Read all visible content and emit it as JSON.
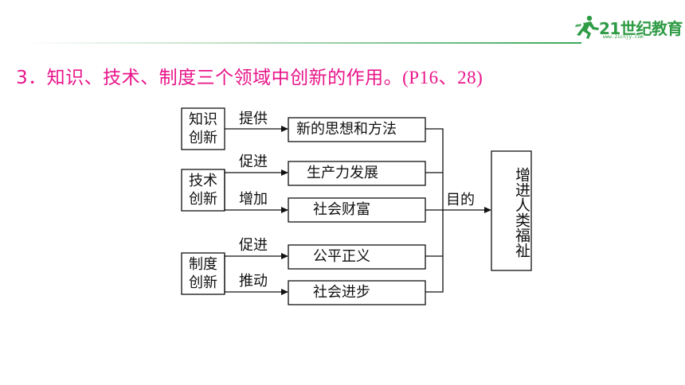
{
  "brand": {
    "name": "21世纪教育",
    "url_text": "www.21cnjy.com",
    "accent_color": "#2e9b45",
    "icon": "runner-logo-icon"
  },
  "heading": {
    "text": "3．知识、技术、制度三个领域中创新的作用。",
    "ref": "(P16、28)",
    "color": "#e8158a"
  },
  "diagram": {
    "sources": [
      {
        "id": "knowledge",
        "label": "知识创新"
      },
      {
        "id": "technology",
        "label": "技术创新"
      },
      {
        "id": "system",
        "label": "制度创新"
      }
    ],
    "results": [
      {
        "id": "r1",
        "label": "新的思想和方法"
      },
      {
        "id": "r2",
        "label": "生产力发展"
      },
      {
        "id": "r3",
        "label": "社会财富"
      },
      {
        "id": "r4",
        "label": "公平正义"
      },
      {
        "id": "r5",
        "label": "社会进步"
      }
    ],
    "edges": [
      {
        "from": "knowledge",
        "to": "r1",
        "label": "提供"
      },
      {
        "from": "technology",
        "to": "r2",
        "label": "促进"
      },
      {
        "from": "technology",
        "to": "r3",
        "label": "增加"
      },
      {
        "from": "system",
        "to": "r4",
        "label": "促进"
      },
      {
        "from": "system",
        "to": "r5",
        "label": "推动"
      }
    ],
    "purpose_label": "目的",
    "goal": "增进人类福祉"
  }
}
